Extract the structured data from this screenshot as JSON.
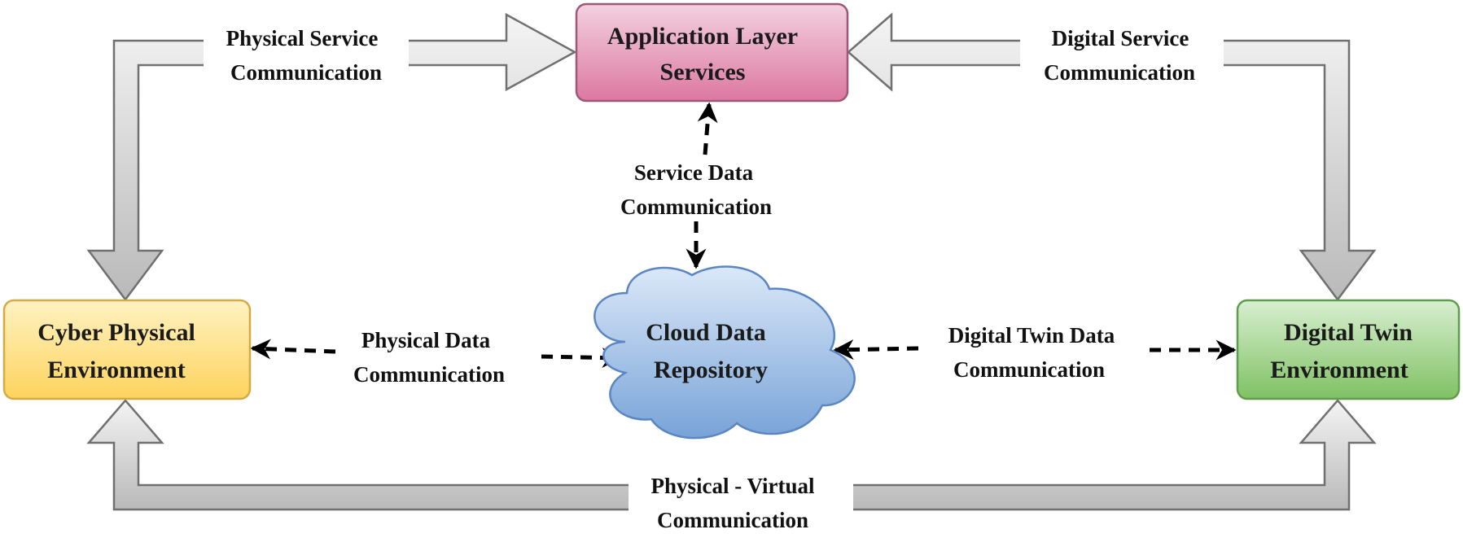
{
  "nodes": {
    "application": {
      "line1": "Application Layer",
      "line2": "Services"
    },
    "cyber": {
      "line1": "Cyber Physical",
      "line2": "Environment"
    },
    "digital_twin": {
      "line1": "Digital Twin",
      "line2": "Environment"
    },
    "cloud": {
      "line1": "Cloud Data",
      "line2": "Repository"
    }
  },
  "edges": {
    "physical_service": {
      "line1": "Physical Service",
      "line2": "Communication"
    },
    "digital_service": {
      "line1": "Digital Service",
      "line2": "Communication"
    },
    "service_data": {
      "line1": "Service Data",
      "line2": "Communication"
    },
    "physical_data": {
      "line1": "Physical Data",
      "line2": "Communication"
    },
    "digital_twin_data": {
      "line1": "Digital Twin Data",
      "line2": "Communication"
    },
    "physical_virtual": {
      "line1": "Physical - Virtual",
      "line2": "Communication"
    }
  },
  "colors": {
    "application_fill": "#e07ba1",
    "cyber_fill": "#fdd460",
    "digital_twin_fill": "#84c46a",
    "cloud_fill": "#7aa6da",
    "arrow_fill": "#c8c8c8",
    "arrow_stroke": "#6e6e6e"
  }
}
